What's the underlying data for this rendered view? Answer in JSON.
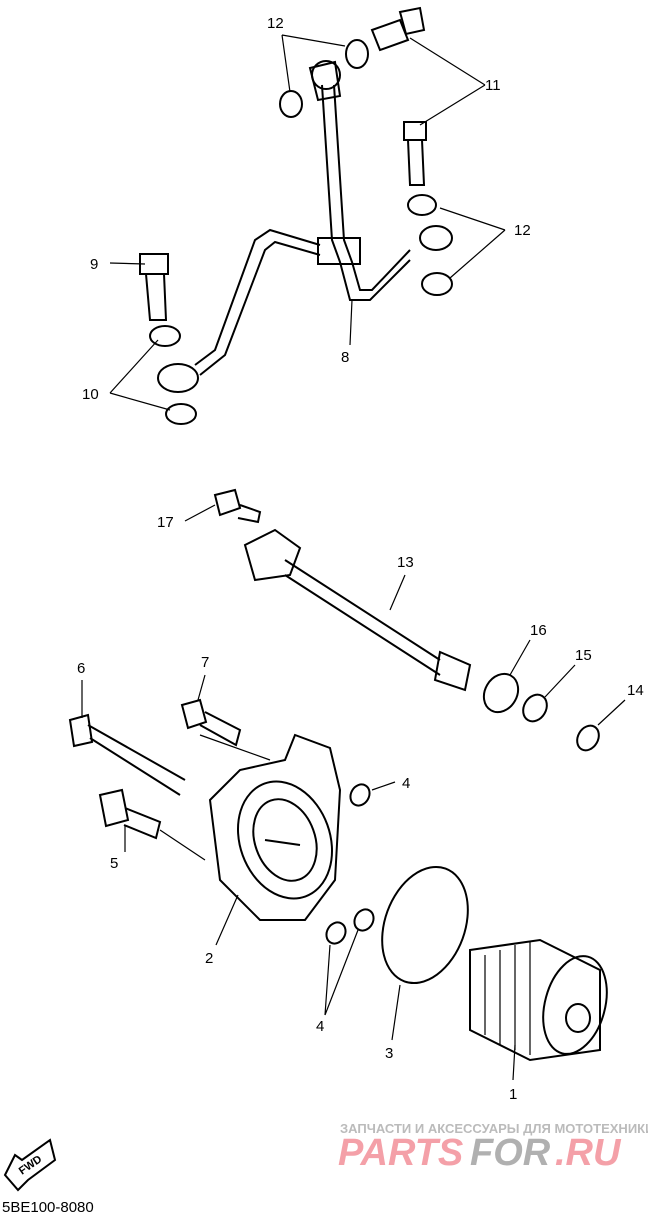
{
  "diagram_code": "5BE100-8080",
  "fwd_label": "FWD",
  "watermark": {
    "tagline": "ЗАПЧАСТИ И АКСЕССУАРЫ ДЛЯ МОТОТЕХНИКИ",
    "brand_a": "PARTS",
    "brand_b": "FOR",
    "brand_c": ".RU"
  },
  "colors": {
    "watermark_red": "#f4a0a8",
    "watermark_gray": "#b0b0b0"
  },
  "callouts": [
    "12",
    "11",
    "12",
    "9",
    "8",
    "10",
    "17",
    "13",
    "16",
    "15",
    "14",
    "6",
    "7",
    "4",
    "5",
    "2",
    "4",
    "3",
    "1"
  ]
}
